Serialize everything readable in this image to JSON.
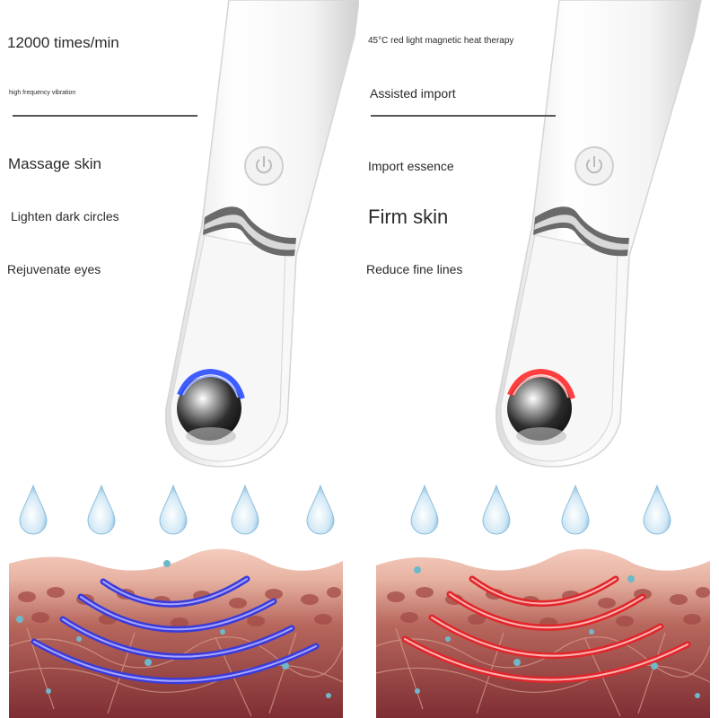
{
  "left": {
    "headline": "12000 times/min",
    "subheadline": "high frequency vibration",
    "benefits": [
      "Massage skin",
      "Lighten dark circles",
      "Rejuvenate eyes"
    ],
    "light_color": "#2a4bff",
    "wave_color": "#3b3bd9"
  },
  "right": {
    "headline": "45°C red light magnetic heat therapy",
    "subheadline": "Assisted import",
    "benefits": [
      "Import essence",
      "Firm skin",
      "Reduce fine lines"
    ],
    "light_color": "#ff2a2a",
    "wave_color": "#e0262a"
  },
  "colors": {
    "skin_top": "#f3c7b8",
    "skin_mid": "#c98575",
    "skin_deep": "#8f3a38",
    "droplet": "#bfe0f2"
  }
}
